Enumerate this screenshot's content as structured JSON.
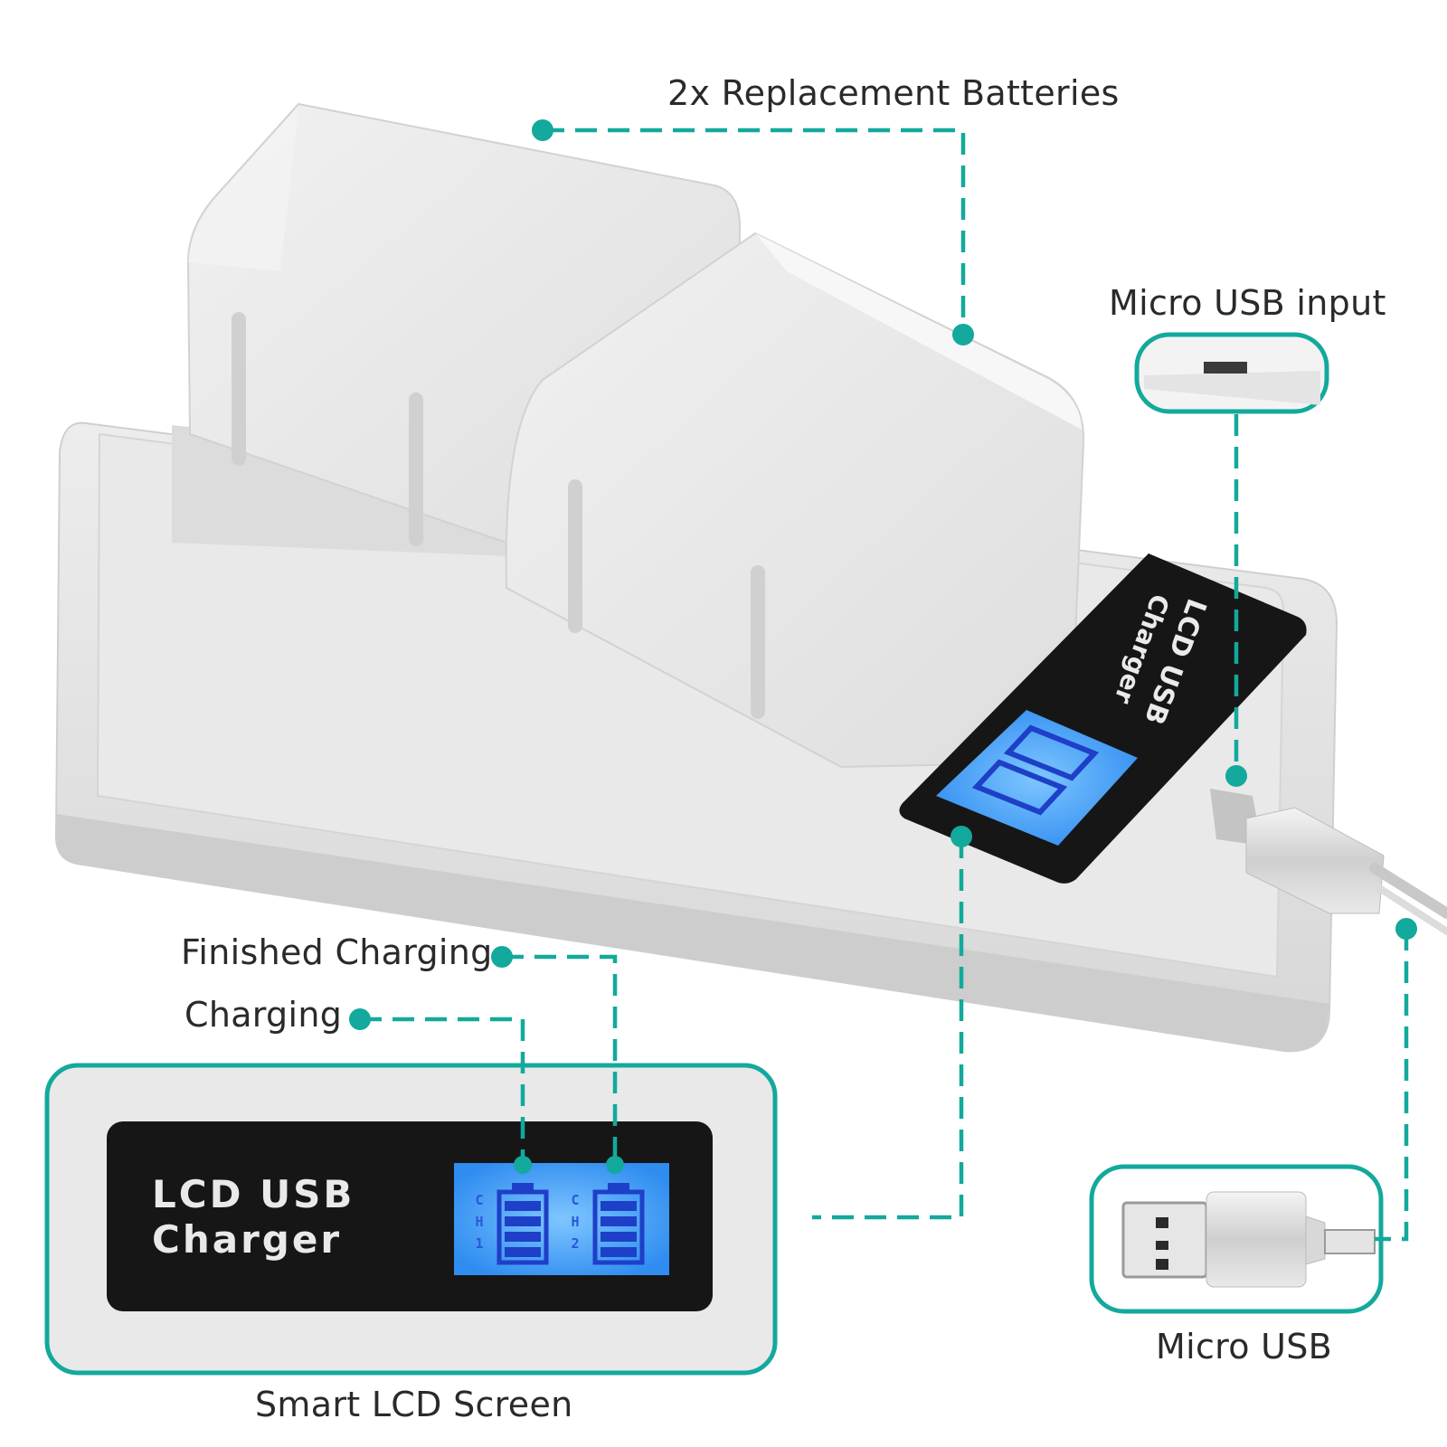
{
  "callouts": {
    "batteries": "2x Replacement Batteries",
    "usb_input": "Micro USB input",
    "finished": "Finished Charging",
    "charging": "Charging",
    "micro_usb": "Micro USB",
    "lcd_screen": "Smart LCD Screen"
  },
  "charger": {
    "label_line1": "LCD USB",
    "label_line2": "Charger",
    "channels": [
      {
        "letters": [
          "C",
          "H",
          "1"
        ]
      },
      {
        "letters": [
          "C",
          "H",
          "2"
        ]
      }
    ]
  },
  "colors": {
    "accent": "#13a99c",
    "body": "#e6e6e6",
    "lcd_bg": "#1a1a1a",
    "lcd_screen": "#4aa8ff",
    "lcd_segment": "#1e3fc8"
  }
}
